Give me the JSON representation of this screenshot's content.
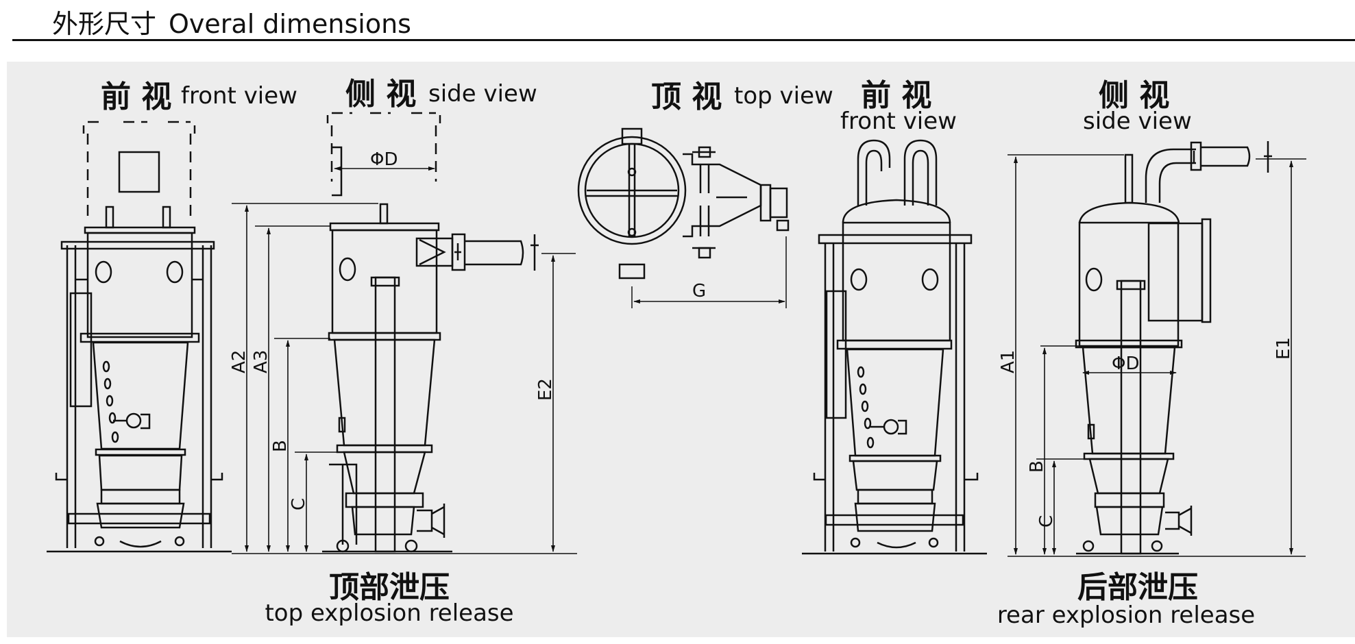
{
  "header": {
    "title_cn": "外形尺寸",
    "title_en": "Overal dimensions"
  },
  "views": {
    "front1": {
      "cn": "前 视",
      "en": "front view"
    },
    "side1": {
      "cn": "侧 视",
      "en": "side view"
    },
    "top": {
      "cn": "顶 视",
      "en": "top view"
    },
    "front2": {
      "cn": "前 视",
      "en": "front view"
    },
    "side2": {
      "cn": "侧 视",
      "en": "side view"
    }
  },
  "dimensions": {
    "A1": "A1",
    "A2": "A2",
    "A3": "A3",
    "B1": "B",
    "B2": "B",
    "C1": "C",
    "C2": "C",
    "E1": "E1",
    "E2": "E2",
    "G": "G",
    "D1": "ΦD",
    "D2": "ΦD"
  },
  "captions": {
    "top_release": {
      "cn": "顶部泄压",
      "en": "top explosion release"
    },
    "rear_release": {
      "cn": "后部泄压",
      "en": "rear explosion release"
    }
  },
  "colors": {
    "panel": "#ededed",
    "ink": "#111111"
  }
}
